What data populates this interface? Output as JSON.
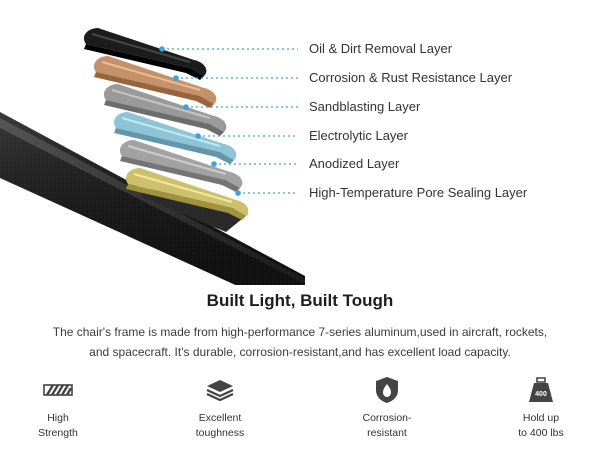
{
  "layers": [
    "Oil & Dirt Removal Layer",
    "Corrosion & Rust Resistance Layer",
    "Sandblasting Layer",
    "Electrolytic Layer",
    "Anodized Layer",
    "High-Temperature Pore Sealing Layer"
  ],
  "layer_colors": [
    "#1c1c1c",
    "#c4916a",
    "#9a9a9a",
    "#8fc3d6",
    "#a2a2a2",
    "#cdbf6c"
  ],
  "headline": "Built Light, Built Tough",
  "description": {
    "line1": "The chair's frame is made from high-performance 7-series aluminum,used in aircraft, rockets,",
    "line2": "and spacecraft. It's durable, corrosion-resistant,and has excellent load capacity."
  },
  "features": [
    {
      "icon": "striped-bar-icon",
      "line1": "High",
      "line2": "Strength"
    },
    {
      "icon": "stacked-layers-icon",
      "line1": "Excellent",
      "line2": "toughness"
    },
    {
      "icon": "shield-drop-icon",
      "line1": "Corrosion-",
      "line2": "resistant"
    },
    {
      "icon": "weight-400-icon",
      "line1": "Hold up",
      "line2": "to 400 lbs",
      "badge": "400"
    }
  ],
  "accent_color": "#3aa3e0"
}
